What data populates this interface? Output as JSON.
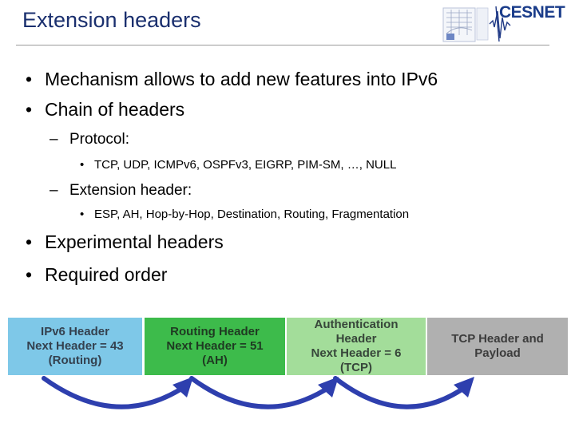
{
  "title": "Extension headers",
  "logo": {
    "brand": "CESNET",
    "icon": "cesnet-logo"
  },
  "bullets": {
    "b1": "Mechanism allows to add new features into IPv6",
    "b2": "Chain of headers",
    "protocol_label": "Protocol:",
    "protocol_list": "TCP, UDP, ICMPv6, OSPFv3,  EIGRP, PIM-SM, …, NULL",
    "ext_label": "Extension header:",
    "ext_list": "ESP, AH, Hop-by-Hop, Destination, Routing, Fragmentation",
    "b3": "Experimental headers",
    "b4": "Required order"
  },
  "chain": {
    "boxes": [
      {
        "lines": [
          "IPv6 Header",
          "Next Header = 43",
          "(Routing)"
        ],
        "color": "#7ec8e8",
        "text_color": "#34414f"
      },
      {
        "lines": [
          "Routing Header",
          "Next Header = 51",
          "(AH)"
        ],
        "color": "#3dbb4b",
        "text_color": "#1f3a22"
      },
      {
        "lines": [
          "Authentication",
          "Header",
          "Next Header = 6",
          "(TCP)"
        ],
        "color": "#a3dd9a",
        "text_color": "#37463a"
      },
      {
        "lines": [
          "TCP Header and",
          "Payload"
        ],
        "color": "#b0b0b0",
        "text_color": "#3c3c3c"
      }
    ],
    "arrow_color": "#2e3fae"
  }
}
